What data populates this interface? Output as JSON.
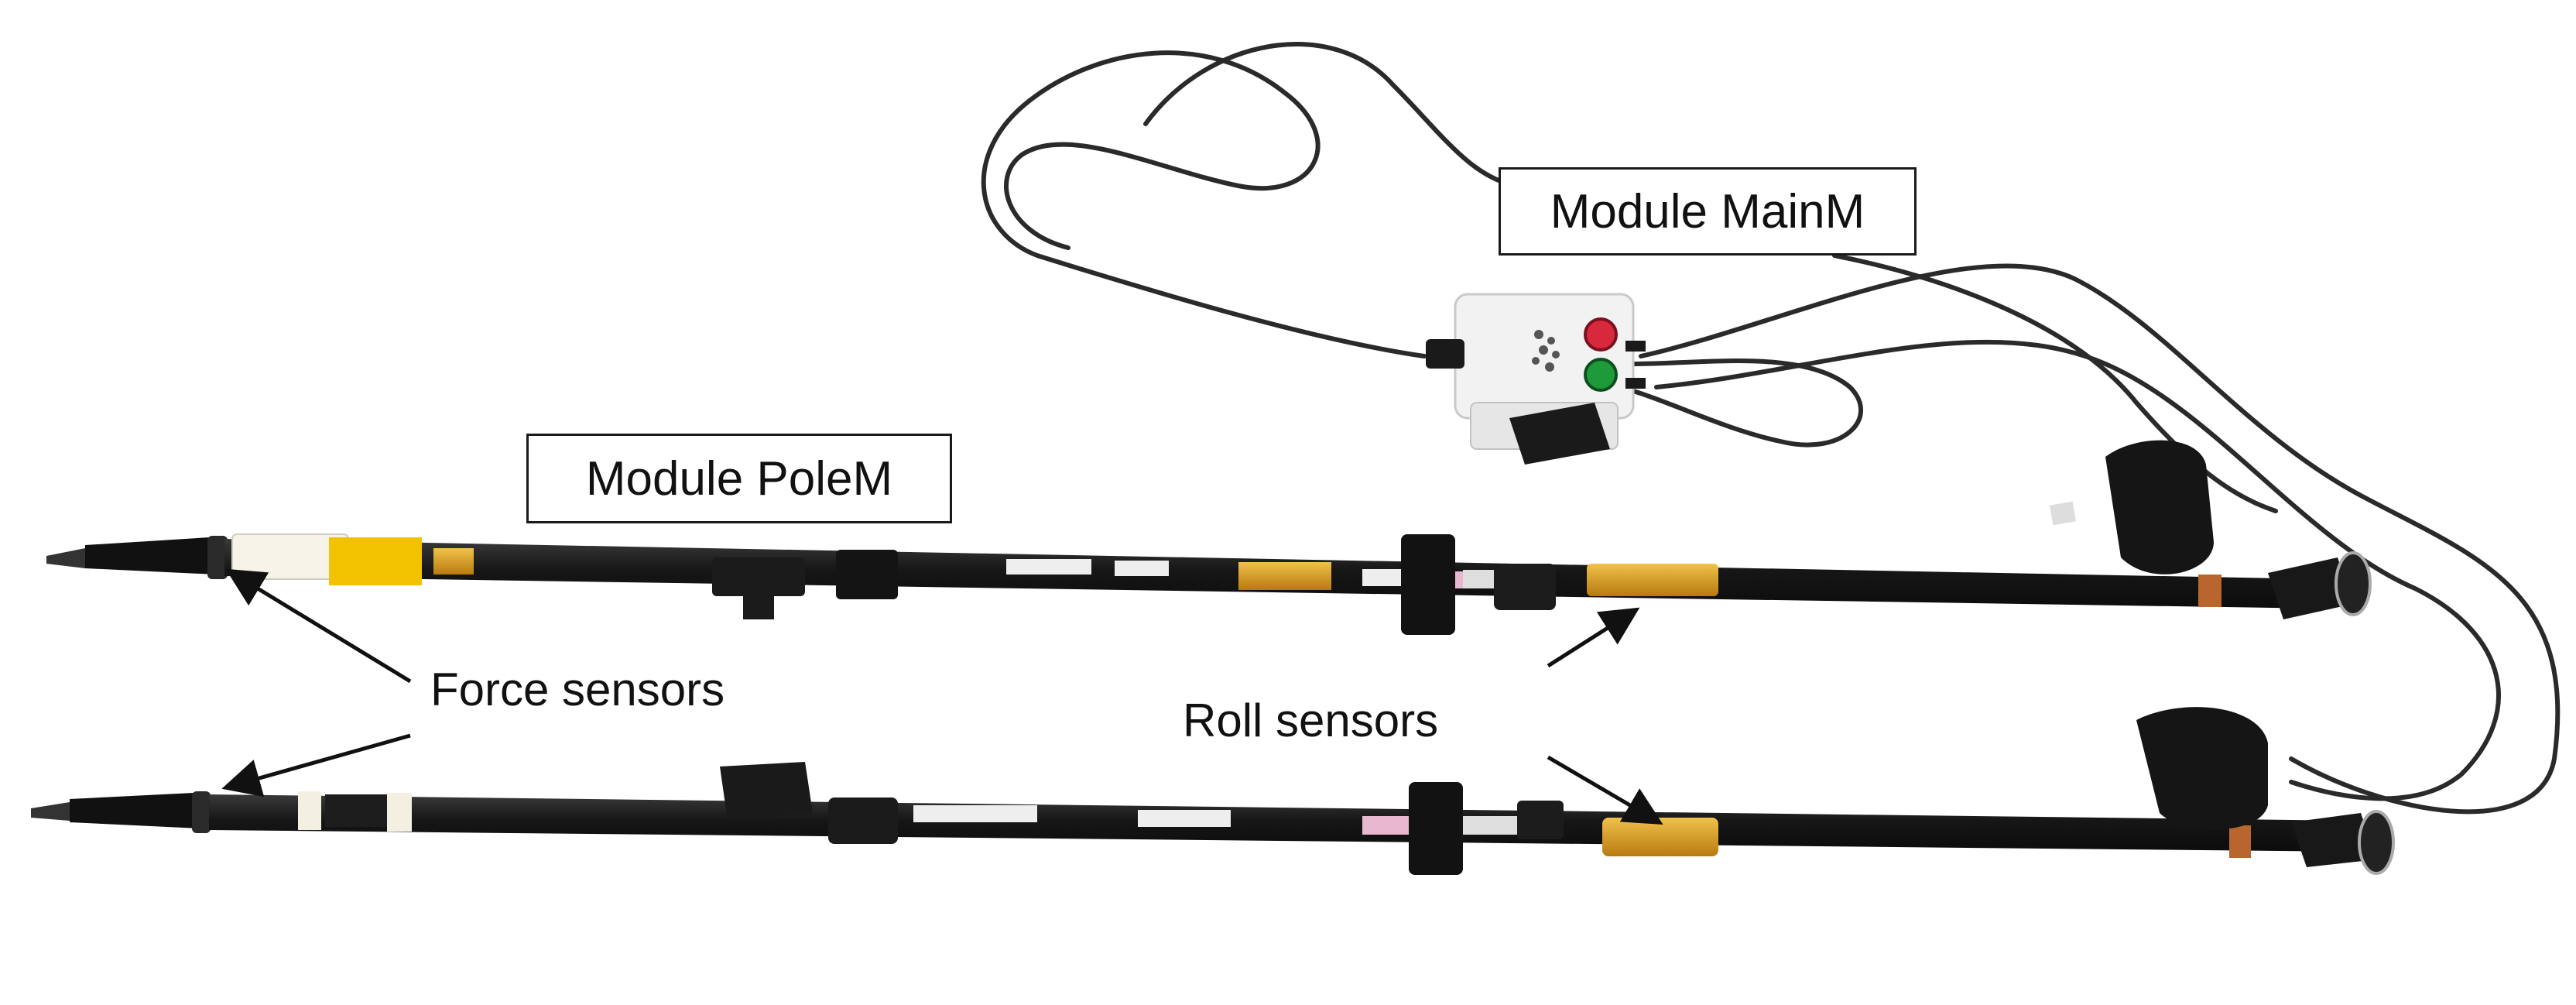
{
  "labels": {
    "main_module": "Module MainM",
    "pole_module": "Module PoleM",
    "force_sensors": "Force sensors",
    "roll_sensors": "Roll sensors"
  },
  "colors": {
    "background": "#ffffff",
    "pole": "#1c1c1c",
    "kapton_tape": "#d69a1e",
    "yellow_label": "#f2c200",
    "module_case": "#f2f2f2",
    "button_red": "#d8283c",
    "button_green": "#1f9a3a",
    "cable": "#2a2a2a",
    "cork_band": "#b8662e"
  },
  "icons": {
    "arrow": "arrow-pointer-icon"
  }
}
